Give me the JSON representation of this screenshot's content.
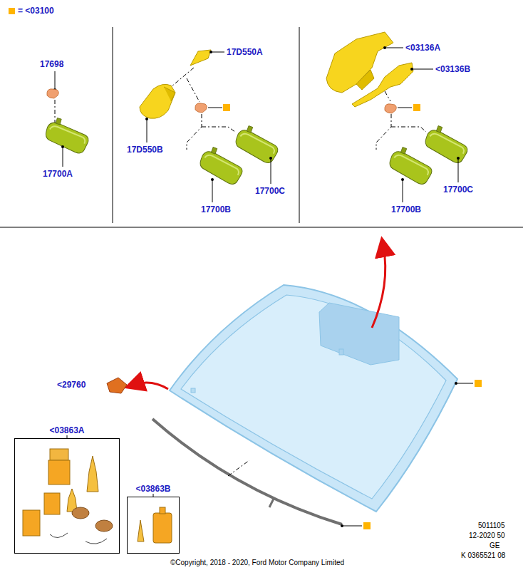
{
  "diagram": {
    "nodes": [
      {
        "text": [
          "<03863A"
        ]
      },
      {
        "text": [
          "<03863B"
        ]
      }
    ],
    "edges": [],
    "labels": [
      "17698",
      "17700A",
      "17D550A",
      "17D550B",
      "17700B",
      "17700C",
      "<03136A",
      "<03136B",
      "17700B",
      "17700C",
      "<29760",
      "5011105",
      "12-2020 50",
      "GE",
      "K 0365521 08",
      "©Copyright, 2018 - 2020, Ford Motor Company Limited"
    ],
    "legend": [
      {
        "text": "= <03100",
        "color": "#ffb400"
      }
    ]
  }
}
